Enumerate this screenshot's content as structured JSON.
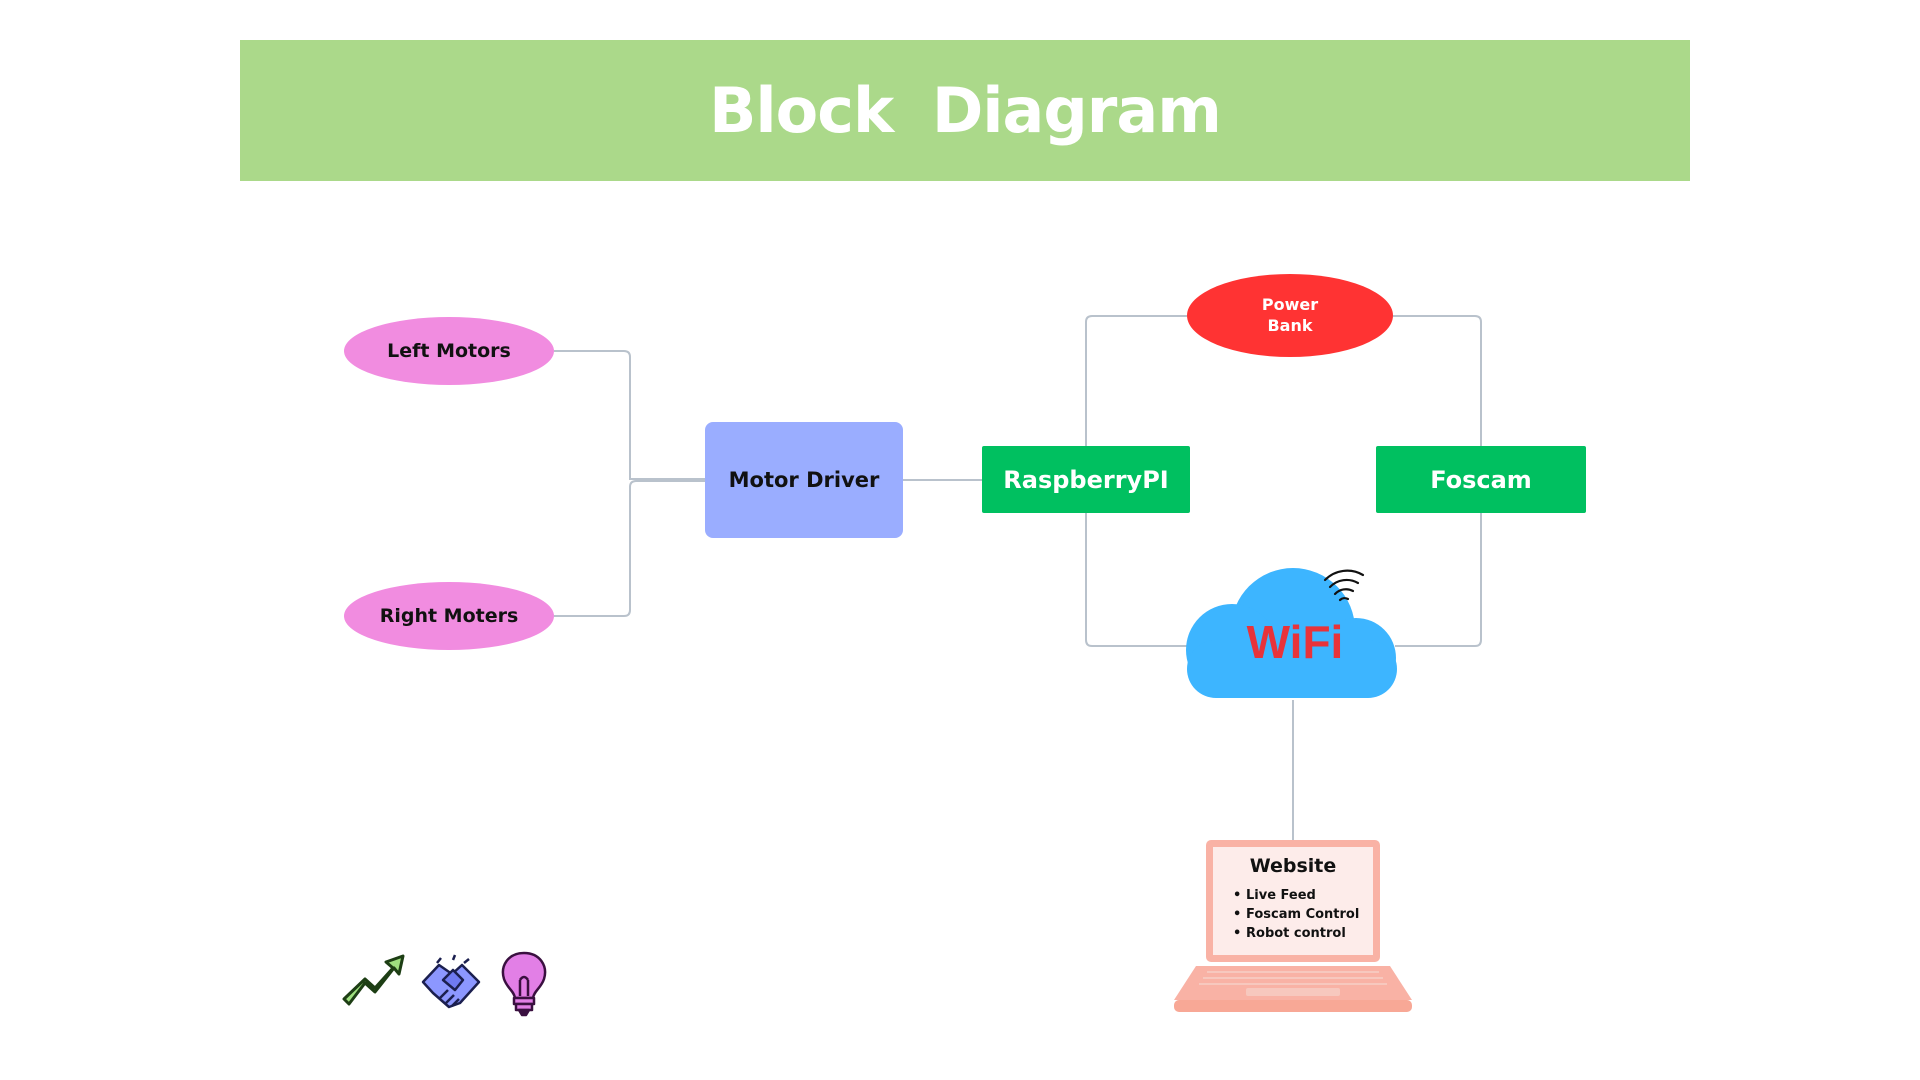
{
  "header": {
    "title": "Block  Diagram"
  },
  "nodes": {
    "left_motors": "Left Motors",
    "right_motors": "Right Moters",
    "motor_driver": "Motor Driver",
    "raspberry_pi": "RaspberryPI",
    "foscam": "Foscam",
    "power_bank": "Power\nBank",
    "wifi": "WiFi"
  },
  "laptop": {
    "title": "Website",
    "features": [
      "Live Feed",
      "Foscam Control",
      "Robot control"
    ]
  },
  "icons": [
    "trend-up-arrow-icon",
    "handshake-icon",
    "lightbulb-icon",
    "wifi-signal-icon",
    "cloud-icon",
    "laptop-icon"
  ],
  "colors": {
    "banner": "#abd98a",
    "motor_oval": "#f18ce0",
    "motor_driver": "#9aadff",
    "green_box": "#00c060",
    "power_bank": "#ff3333",
    "cloud": "#3db5ff",
    "wifi_text": "#e8333a",
    "laptop": "#f9b2a5",
    "connector": "#b9c2cc"
  }
}
